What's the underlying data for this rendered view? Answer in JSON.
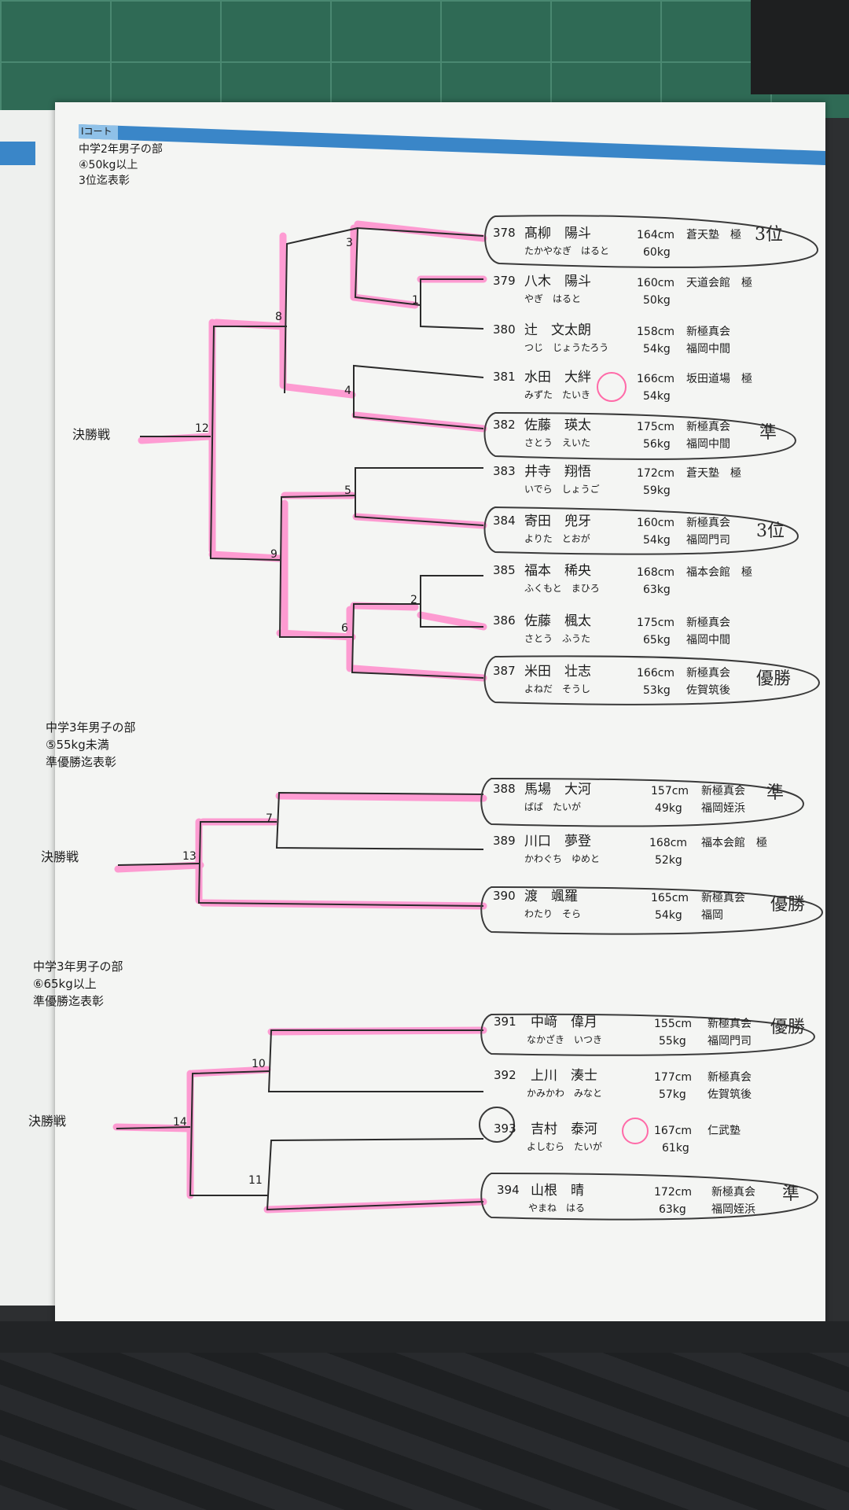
{
  "header": {
    "court": "Ⅰコート",
    "division": "中学2年男子の部",
    "weight_class": "④50kg以上",
    "award": "3位迄表彰"
  },
  "final_label": "決勝戦",
  "sections": [
    {
      "id": "s1",
      "rounds": [
        "3",
        "1",
        "4",
        "2",
        "5",
        "6",
        "8",
        "9",
        "12"
      ],
      "players": [
        {
          "no": "378",
          "name": "髙柳　陽斗",
          "kana": "たかやなぎ　はると",
          "height": "164cm",
          "weight": "60kg",
          "club": "蒼天塾　極",
          "club2": "",
          "mark": "3位"
        },
        {
          "no": "379",
          "name": "八木　陽斗",
          "kana": "やぎ　はると",
          "height": "160cm",
          "weight": "50kg",
          "club": "天道会館　極",
          "club2": "",
          "mark": ""
        },
        {
          "no": "380",
          "name": "辻　文太朗",
          "kana": "つじ　じょうたろう",
          "height": "158cm",
          "weight": "54kg",
          "club": "新極真会",
          "club2": "福岡中間",
          "mark": ""
        },
        {
          "no": "381",
          "name": "水田　大絆",
          "kana": "みずた　たいき",
          "height": "166cm",
          "weight": "54kg",
          "club": "坂田道場　極",
          "club2": "",
          "mark": ""
        },
        {
          "no": "382",
          "name": "佐藤　瑛太",
          "kana": "さとう　えいた",
          "height": "175cm",
          "weight": "56kg",
          "club": "新極真会",
          "club2": "福岡中間",
          "mark": "準"
        },
        {
          "no": "383",
          "name": "井寺　翔悟",
          "kana": "いでら　しょうご",
          "height": "172cm",
          "weight": "59kg",
          "club": "蒼天塾　極",
          "club2": "",
          "mark": ""
        },
        {
          "no": "384",
          "name": "寄田　兜牙",
          "kana": "よりた　とおが",
          "height": "160cm",
          "weight": "54kg",
          "club": "新極真会",
          "club2": "福岡門司",
          "mark": "3位"
        },
        {
          "no": "385",
          "name": "福本　稀央",
          "kana": "ふくもと　まひろ",
          "height": "168cm",
          "weight": "63kg",
          "club": "福本会館　極",
          "club2": "",
          "mark": ""
        },
        {
          "no": "386",
          "name": "佐藤　楓太",
          "kana": "さとう　ふうた",
          "height": "175cm",
          "weight": "65kg",
          "club": "新極真会",
          "club2": "福岡中間",
          "mark": ""
        },
        {
          "no": "387",
          "name": "米田　壮志",
          "kana": "よねだ　そうし",
          "height": "166cm",
          "weight": "53kg",
          "club": "新極真会",
          "club2": "佐賀筑後",
          "mark": "優勝"
        }
      ]
    },
    {
      "id": "s2",
      "division": "中学3年男子の部",
      "weight_class": "⑤55kg未満",
      "award": "準優勝迄表彰",
      "rounds": [
        "7",
        "13"
      ],
      "players": [
        {
          "no": "388",
          "name": "馬場　大河",
          "kana": "ばば　たいが",
          "height": "157cm",
          "weight": "49kg",
          "club": "新極真会",
          "club2": "福岡姪浜",
          "mark": "準"
        },
        {
          "no": "389",
          "name": "川口　夢登",
          "kana": "かわぐち　ゆめと",
          "height": "168cm",
          "weight": "52kg",
          "club": "福本会館　極",
          "club2": "",
          "mark": ""
        },
        {
          "no": "390",
          "name": "渡　颯羅",
          "kana": "わたり　そら",
          "height": "165cm",
          "weight": "54kg",
          "club": "新極真会",
          "club2": "福岡",
          "mark": "優勝"
        }
      ]
    },
    {
      "id": "s3",
      "division": "中学3年男子の部",
      "weight_class": "⑥65kg以上",
      "award": "準優勝迄表彰",
      "rounds": [
        "10",
        "11",
        "14"
      ],
      "players": [
        {
          "no": "391",
          "name": "中﨑　偉月",
          "kana": "なかざき　いつき",
          "height": "155cm",
          "weight": "55kg",
          "club": "新極真会",
          "club2": "福岡門司",
          "mark": "優勝"
        },
        {
          "no": "392",
          "name": "上川　湊士",
          "kana": "かみかわ　みなと",
          "height": "177cm",
          "weight": "57kg",
          "club": "新極真会",
          "club2": "佐賀筑後",
          "mark": ""
        },
        {
          "no": "393",
          "name": "吉村　泰河",
          "kana": "よしむら　たいが",
          "height": "167cm",
          "weight": "61kg",
          "club": "仁武塾",
          "club2": "",
          "mark": ""
        },
        {
          "no": "394",
          "name": "山根　晴",
          "kana": "やまね　はる",
          "height": "172cm",
          "weight": "63kg",
          "club": "新極真会",
          "club2": "福岡姪浜",
          "mark": "準"
        }
      ]
    }
  ],
  "colors": {
    "highlight": "#ff86c8",
    "stripe": "#3a86c8",
    "line": "#2a2a2a"
  }
}
